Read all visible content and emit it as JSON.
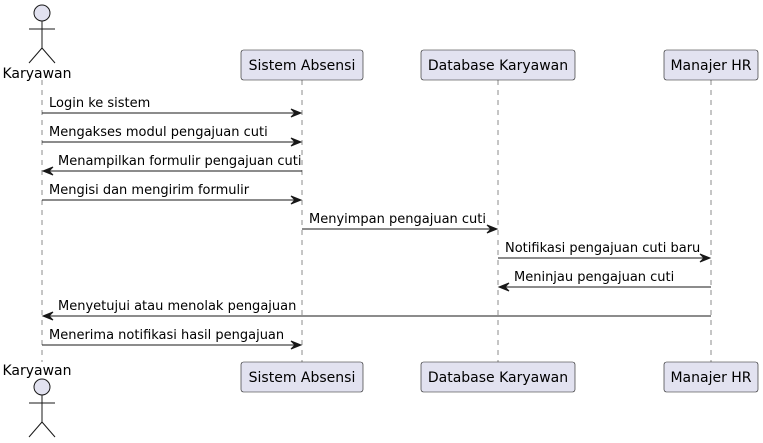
{
  "colors": {
    "participant_fill": "#e2e2f0",
    "participant_stroke": "#181818",
    "lifeline": "#181818",
    "arrow": "#181818"
  },
  "participants": [
    {
      "id": "karyawan",
      "label": "Karyawan",
      "kind": "actor"
    },
    {
      "id": "sistem",
      "label": "Sistem Absensi",
      "kind": "box"
    },
    {
      "id": "database",
      "label": "Database Karyawan",
      "kind": "box"
    },
    {
      "id": "manajer",
      "label": "Manajer HR",
      "kind": "box"
    }
  ],
  "messages": [
    {
      "from": "karyawan",
      "to": "sistem",
      "label": "Login ke sistem"
    },
    {
      "from": "karyawan",
      "to": "sistem",
      "label": "Mengakses modul pengajuan cuti"
    },
    {
      "from": "sistem",
      "to": "karyawan",
      "label": "Menampilkan formulir pengajuan cuti"
    },
    {
      "from": "karyawan",
      "to": "sistem",
      "label": "Mengisi dan mengirim formulir"
    },
    {
      "from": "sistem",
      "to": "database",
      "label": "Menyimpan pengajuan cuti"
    },
    {
      "from": "database",
      "to": "manajer",
      "label": "Notifikasi pengajuan cuti baru"
    },
    {
      "from": "manajer",
      "to": "database",
      "label": "Meninjau pengajuan cuti"
    },
    {
      "from": "manajer",
      "to": "karyawan",
      "label": "Menyetujui atau menolak pengajuan"
    },
    {
      "from": "karyawan",
      "to": "sistem",
      "label": "Menerima notifikasi hasil pengajuan"
    }
  ]
}
